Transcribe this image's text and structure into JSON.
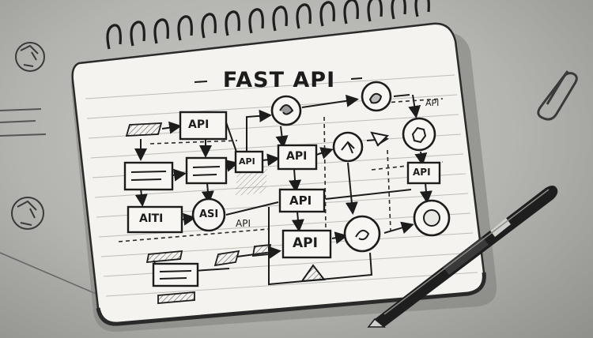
{
  "title": "FAST API",
  "labels": {
    "box_api_top": "API",
    "box_api_left": "API",
    "box_api_center": "API",
    "box_api_mid": "API",
    "box_api_bottom": "API",
    "box_api_right": "API",
    "box_alti": "AlTI",
    "circle_asi": "ASI",
    "float_api_center": "API",
    "float_api_topright": "API"
  },
  "colors": {
    "ink": "#1c1c1c",
    "paper": "#f4f3ef",
    "desk": "#b3b3af"
  }
}
